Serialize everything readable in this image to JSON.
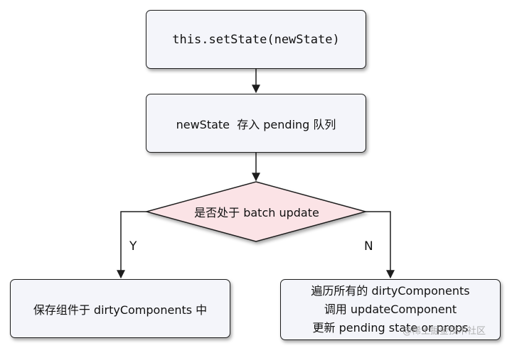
{
  "nodes": {
    "start": "this.setState(newState)",
    "enqueue": "newState  存入 pending 队列",
    "decision": "是否处于 batch update",
    "yes_action": "保存组件于 dirtyComponents 中",
    "no_action": [
      "遍历所有的 dirtyComponents",
      "调用 updateComponent",
      "更新 pending state or props"
    ]
  },
  "edges": {
    "yes_label": "Y",
    "no_label": "N"
  },
  "watermark": "@稀土掘金技术社区",
  "colors": {
    "box_fill": "#f4f5fa",
    "diamond_fill": "#fbe3e6",
    "stroke": "#1e1e1e"
  }
}
